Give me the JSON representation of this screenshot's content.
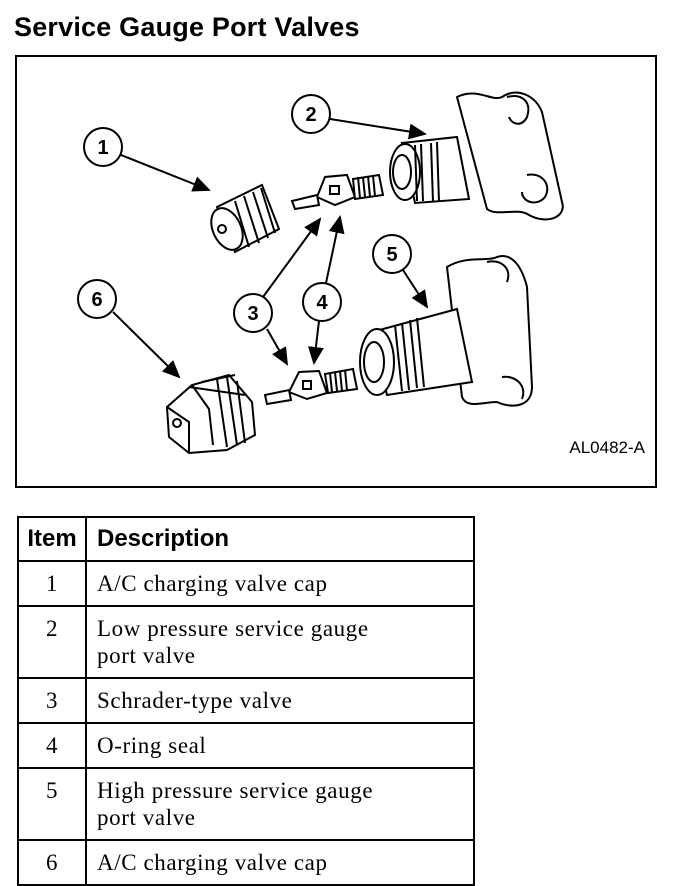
{
  "title": "Service Gauge Port Valves",
  "figure": {
    "code": "AL0482-A",
    "callouts": [
      "1",
      "2",
      "3",
      "4",
      "5",
      "6"
    ]
  },
  "table": {
    "headers": {
      "item": "Item",
      "description": "Description"
    },
    "rows": [
      {
        "item": "1",
        "description": "A/C charging valve cap"
      },
      {
        "item": "2",
        "description_line1": "Low pressure service gauge",
        "description_line2": "port valve"
      },
      {
        "item": "3",
        "description": "Schrader-type valve"
      },
      {
        "item": "4",
        "description": "O-ring seal"
      },
      {
        "item": "5",
        "description_line1": "High pressure service gauge",
        "description_line2": "port valve"
      },
      {
        "item": "6",
        "description": "A/C charging valve cap"
      }
    ]
  }
}
